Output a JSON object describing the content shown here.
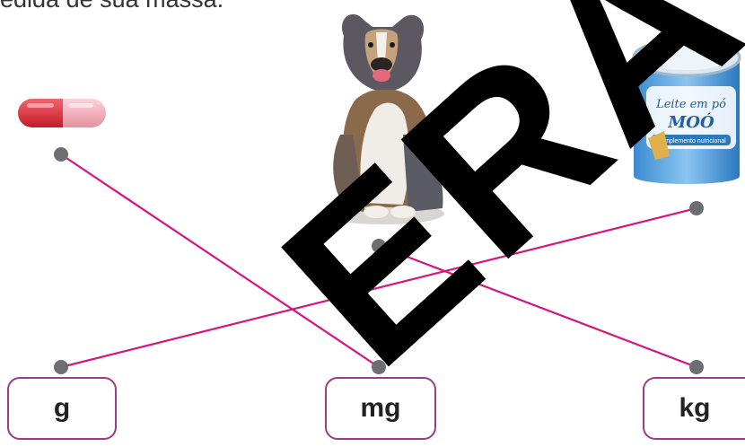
{
  "prompt_tail": "edida de sua massa.",
  "objects": {
    "pill": "capsule-icon",
    "dog": "dog-image",
    "can": "milk-powder-can-image",
    "can_label_line1": "Leite em pó",
    "can_label_line2": "MOÓ",
    "can_label_line3": "Complemento nutricional"
  },
  "units": [
    "g",
    "mg",
    "kg"
  ],
  "watermark_text": "ERA",
  "colors": {
    "line": "#d6157e",
    "dot": "#6d6e71",
    "box_border": "#9b3b8c"
  }
}
